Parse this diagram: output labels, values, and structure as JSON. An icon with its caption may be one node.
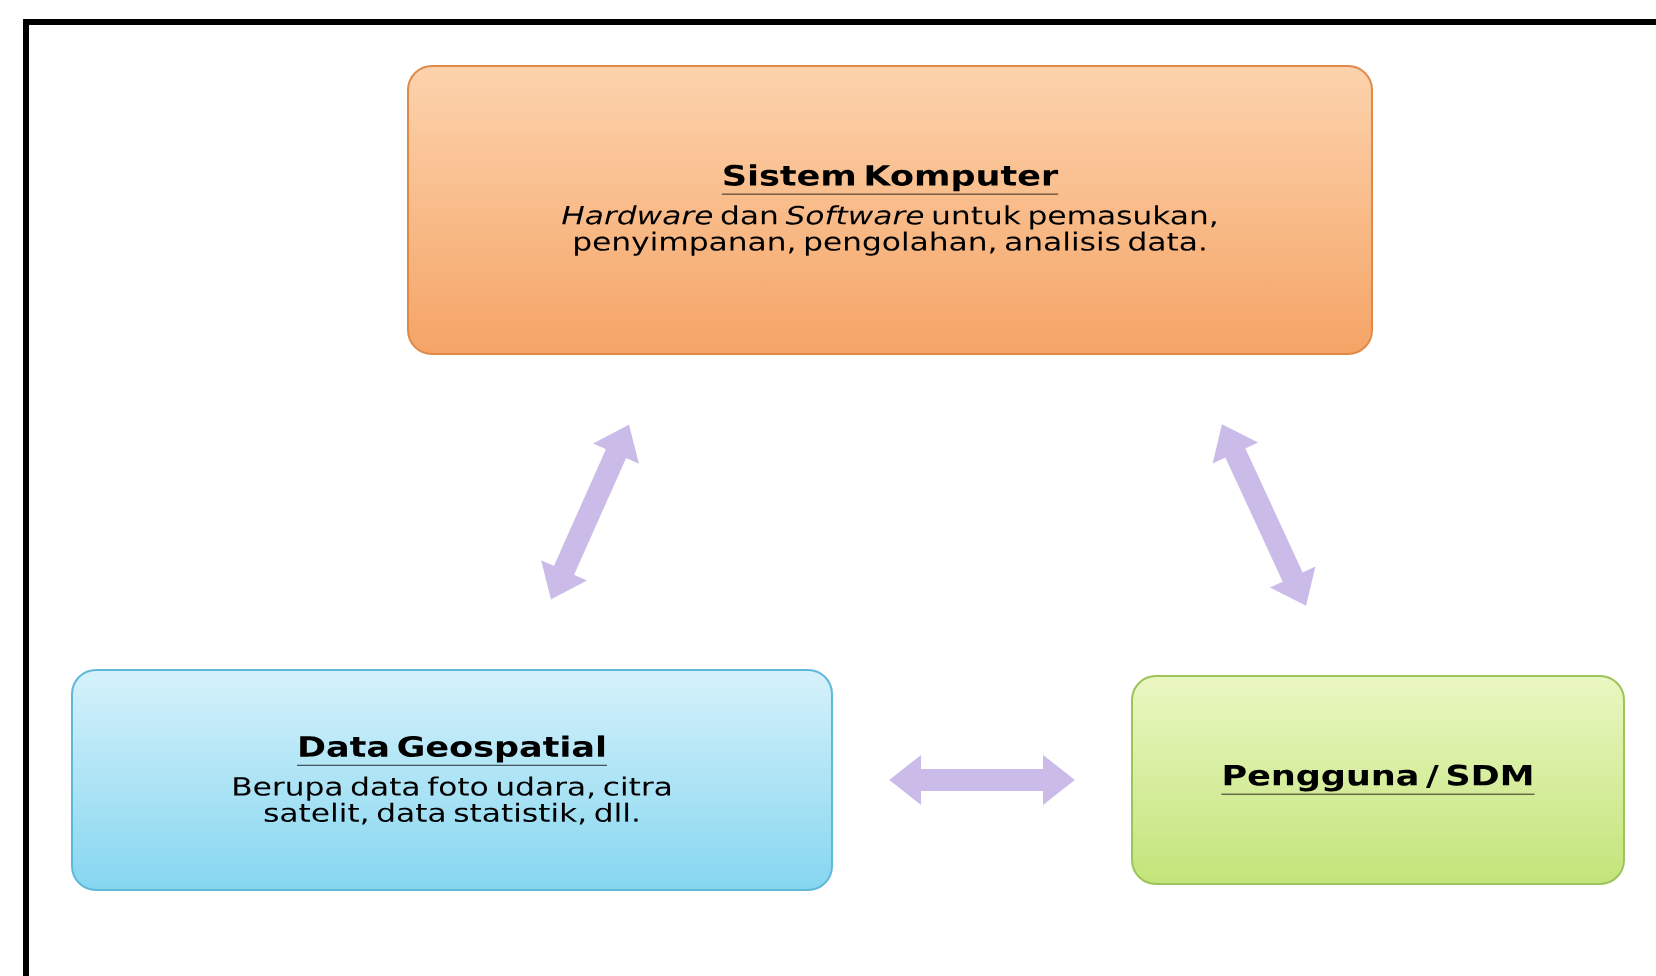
{
  "diagram": {
    "nodes": [
      {
        "text": [
          "Sistem Komputer",
          "*Hardware* dan *Software* untuk pemasukan, penyimpanan, pengolahan, analisis data."
        ]
      },
      {
        "text": [
          "Data Geospatial",
          "Berupa data foto udara, citra satelit, data statistik, dll."
        ]
      },
      {
        "text": [
          "Pengguna / SDM"
        ]
      }
    ],
    "edges": [
      {
        "from": 0,
        "to": 1,
        "arrow": "both"
      },
      {
        "from": 0,
        "to": 2,
        "arrow": "both"
      },
      {
        "from": 1,
        "to": 2,
        "arrow": "both"
      }
    ]
  }
}
